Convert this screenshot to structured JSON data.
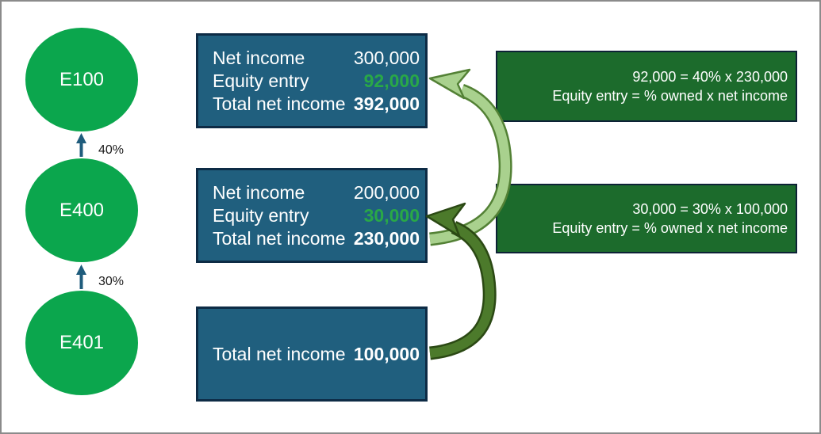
{
  "org_chart": {
    "nodes": [
      {
        "label": "E100"
      },
      {
        "label": "E400"
      },
      {
        "label": "E401"
      }
    ],
    "ownership_links": [
      {
        "from": "E400",
        "to": "E100",
        "percent": "40%"
      },
      {
        "from": "E401",
        "to": "E400",
        "percent": "30%"
      }
    ]
  },
  "income_boxes": [
    {
      "entity": "E100",
      "rows": [
        {
          "label": "Net income",
          "value": "300,000"
        },
        {
          "label": "Equity entry",
          "value": "92,000"
        },
        {
          "label": "Total net income",
          "value": "392,000"
        }
      ]
    },
    {
      "entity": "E400",
      "rows": [
        {
          "label": "Net income",
          "value": "200,000"
        },
        {
          "label": "Equity entry",
          "value": "30,000"
        },
        {
          "label": "Total net income",
          "value": "230,000"
        }
      ]
    },
    {
      "entity": "E401",
      "rows": [
        {
          "label": "Total net income",
          "value": "100,000"
        }
      ]
    }
  ],
  "callouts": [
    {
      "line1": "92,000 = 40% x 230,000",
      "line2": "Equity entry = % owned x net income"
    },
    {
      "line1": "30,000 = 30% x 100,000",
      "line2": "Equity entry = % owned x net income"
    }
  ],
  "colors": {
    "entity_green": "#0ba64d",
    "income_box_blue": "#205f7e",
    "box_border_navy": "#0d2b45",
    "callout_green": "#1c6b2c",
    "equity_value_green": "#29a847",
    "flow_arrow_light_green": "#a9d18e",
    "flow_arrow_light_outline": "#538135",
    "flow_arrow_dark_green": "#4c7a2b",
    "flow_arrow_dark_outline": "#2b4914",
    "ownership_connector_blue": "#1f5c7c"
  }
}
